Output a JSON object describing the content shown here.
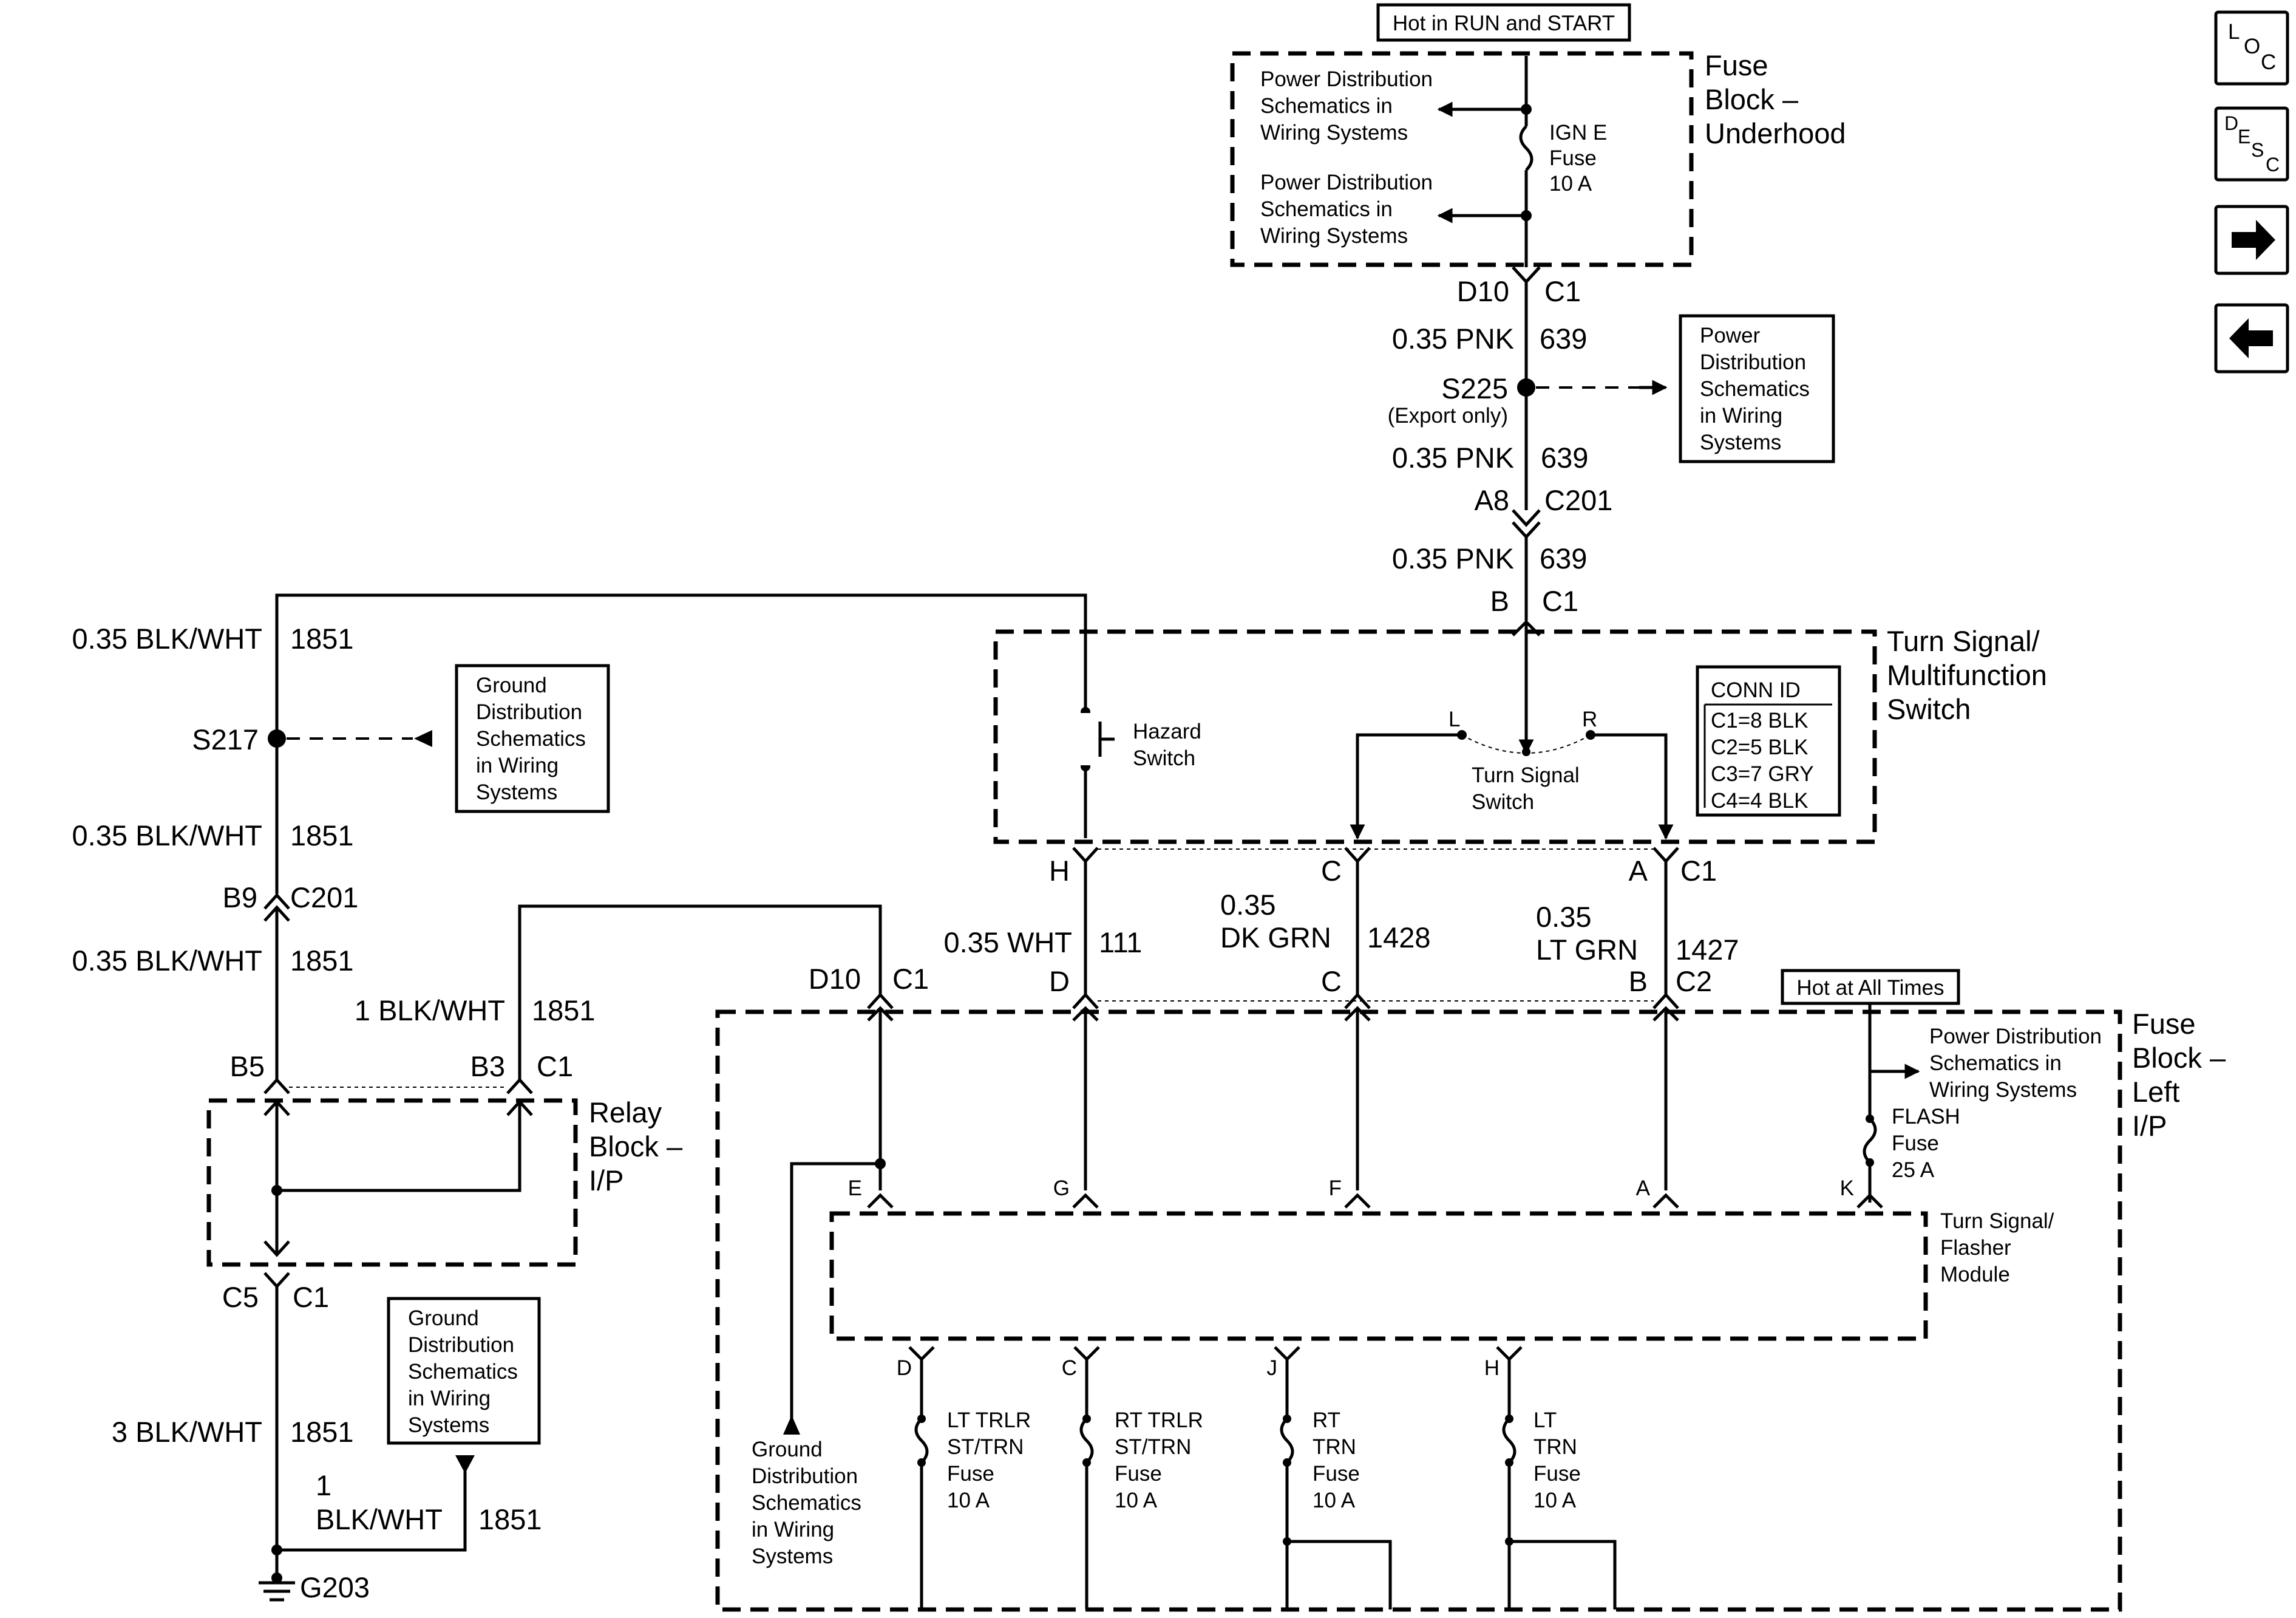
{
  "fuse_block_underhood": {
    "hot_label": "Hot in RUN and START",
    "title": [
      "Fuse",
      "Block –",
      "Underhood"
    ],
    "power_ref_upper": [
      "Power Distribution",
      "Schematics in",
      "Wiring Systems"
    ],
    "power_ref_lower": [
      "Power Distribution",
      "Schematics in",
      "Wiring Systems"
    ],
    "fuse": [
      "IGN E",
      "Fuse",
      "10 A"
    ]
  },
  "feed": {
    "conn1": {
      "pin": "D10",
      "conn": "C1"
    },
    "wire1": {
      "gauge_color": "0.35 PNK",
      "circuit": "639"
    },
    "splice": {
      "name": "S225",
      "note": "(Export only)"
    },
    "splice_ref": [
      "Power",
      "Distribution",
      "Schematics",
      "in Wiring",
      "Systems"
    ],
    "wire2": {
      "gauge_color": "0.35 PNK",
      "circuit": "639"
    },
    "conn2": {
      "pin": "A8",
      "conn": "C201"
    },
    "wire3": {
      "gauge_color": "0.35 PNK",
      "circuit": "639"
    },
    "conn3": {
      "pin": "B",
      "conn": "C1"
    }
  },
  "turn_signal_switch": {
    "title": [
      "Turn Signal/",
      "Multifunction",
      "Switch"
    ],
    "hazard": [
      "Hazard",
      "Switch"
    ],
    "turn": [
      "Turn Signal",
      "Switch"
    ],
    "left_label": "L",
    "right_label": "R",
    "conn_id": [
      "CONN ID",
      "C1=8 BLK",
      "C2=5 BLK",
      "C3=7 GRY",
      "C4=4 BLK"
    ],
    "pins": {
      "hazard": "H",
      "left": "C",
      "right": "A",
      "conn": "C1"
    }
  },
  "outputs": {
    "wht": {
      "gauge": "0.35 WHT",
      "circuit": "111",
      "pin": "D"
    },
    "dkgrn": {
      "gauge": "0.35",
      "color": "DK GRN",
      "circuit": "1428",
      "pin": "C"
    },
    "ltgrn": {
      "gauge": "0.35",
      "color": "LT GRN",
      "circuit": "1427",
      "pin": "B",
      "conn": "C2"
    },
    "d10_pin": "D10",
    "d10_conn": "C1"
  },
  "fuse_block_left": {
    "hot_label": "Hot at All Times",
    "title": [
      "Fuse",
      "Block –",
      "Left",
      "I/P"
    ],
    "power_ref": [
      "Power Distribution",
      "Schematics in",
      "Wiring Systems"
    ],
    "fuse": [
      "FLASH",
      "Fuse",
      "25 A"
    ],
    "module": [
      "Turn Signal/",
      "Flasher",
      "Module"
    ],
    "module_pins": [
      "E",
      "G",
      "F",
      "A",
      "K"
    ],
    "lower_pins": [
      "D",
      "C",
      "J",
      "H"
    ],
    "fuses": [
      [
        "LT TRLR",
        "ST/TRN",
        "Fuse",
        "10 A"
      ],
      [
        "RT TRLR",
        "ST/TRN",
        "Fuse",
        "10 A"
      ],
      [
        "RT",
        "TRN",
        "Fuse",
        "10 A"
      ],
      [
        "LT",
        "TRN",
        "Fuse",
        "10 A"
      ]
    ],
    "ground_ref": [
      "Ground",
      "Distribution",
      "Schematics",
      "in Wiring",
      "Systems"
    ]
  },
  "ground_side": {
    "wire_top": {
      "gauge_color": "0.35 BLK/WHT",
      "circuit": "1851"
    },
    "splice": "S217",
    "splice_ref": [
      "Ground",
      "Distribution",
      "Schematics",
      "in Wiring",
      "Systems"
    ],
    "wire_mid": {
      "gauge_color": "0.35 BLK/WHT",
      "circuit": "1851"
    },
    "conn_c201": {
      "pin": "B9",
      "conn": "C201"
    },
    "wire_low": {
      "gauge_color": "0.35 BLK/WHT",
      "circuit": "1851"
    },
    "wire_1blk": {
      "gauge_color": "1 BLK/WHT",
      "circuit": "1851"
    },
    "relay_pins": {
      "left": "B5",
      "right": "B3",
      "conn": "C1"
    },
    "relay_title": [
      "Relay",
      "Block –",
      "I/P"
    ],
    "conn_c5": {
      "pin": "C5",
      "conn": "C1"
    },
    "wire_3blk": {
      "gauge_color": "3 BLK/WHT",
      "circuit": "1851"
    },
    "ground_ref2": [
      "Ground",
      "Distribution",
      "Schematics",
      "in Wiring",
      "Systems"
    ],
    "wire_g": {
      "gauge": "1",
      "color": "BLK/WHT",
      "circuit": "1851"
    },
    "ground": "G203"
  },
  "nav": {
    "loc": [
      "L",
      "O",
      "C"
    ],
    "desc": [
      "D",
      "E",
      "S",
      "C"
    ]
  }
}
